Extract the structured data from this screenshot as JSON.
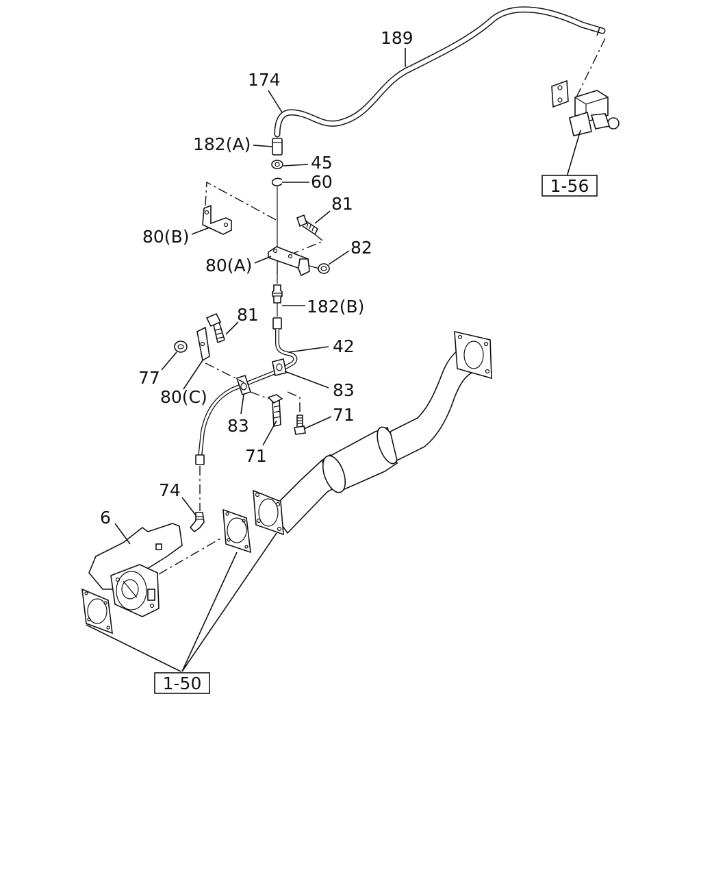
{
  "diagram": {
    "callouts": {
      "p189": "189",
      "p174": "174",
      "p182a": "182(A)",
      "p45": "45",
      "p60": "60",
      "p81_top": "81",
      "p80b": "80(B)",
      "p82": "82",
      "p80a": "80(A)",
      "p182b": "182(B)",
      "p81_mid": "81",
      "p42": "42",
      "p77": "77",
      "p80c": "80(C)",
      "p83_right": "83",
      "p83_left": "83",
      "p71_right": "71",
      "p71_left": "71",
      "p74": "74",
      "p6": "6"
    },
    "references": {
      "ref_1_56": "1-56",
      "ref_1_50": "1-50"
    }
  }
}
